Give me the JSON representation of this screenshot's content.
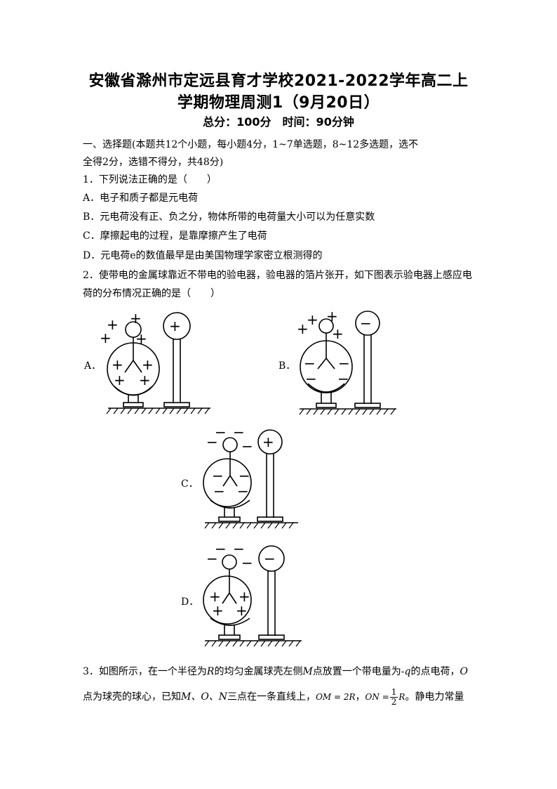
{
  "header": {
    "title_line1": "安徽省滁州市定远县育才学校2021-2022学年高二上",
    "title_line2": "学期物理周测1（9月20日）",
    "score_info": "总分：100分　时间：90分钟"
  },
  "section1": {
    "heading_line1": "一、选择题(本题共12个小题，每小题4分，1~7单选题，8~12多选题，选不",
    "heading_line2": "全得2分，选错不得分，共48分)"
  },
  "q1": {
    "stem": "1．下列说法正确的是（　　）",
    "options": [
      "A．电子和质子都是元电荷",
      "B．元电荷没有正、负之分，物体所带的电荷量大小可以为任意实数",
      "C．摩擦起电的过程，是靠摩擦产生了电荷",
      "D．元电荷e的数值最早是由美国物理学家密立根测得的"
    ]
  },
  "q2": {
    "stem_line1": "2．使带电的金属球靠近不带电的验电器，验电器的箔片张开，如下图表示验电器上感应电",
    "stem_line2": "荷的分布情况正确的是（　　）",
    "option_labels": [
      "A．",
      "B．",
      "C．",
      "D．"
    ]
  },
  "q3": {
    "line1_a": "3．如图所示，在一个半径为",
    "line1_R": "R",
    "line1_b": "的均匀金属球壳左侧",
    "line1_M": "M",
    "line1_c": "点放置一个带电量为-",
    "line1_q": "q",
    "line1_d": "的点电荷，",
    "line1_O": "O",
    "line2_a": "点为球壳的球心，已知",
    "line2_MON": "M、O、N",
    "line2_b": "三点在一条直线上，",
    "eq1": "OM = 2R",
    "comma": "，",
    "eq2_left": "ON =",
    "frac_num": "1",
    "frac_den": "2",
    "eq2_right": "R",
    "line2_c": "。静电力常量"
  }
}
